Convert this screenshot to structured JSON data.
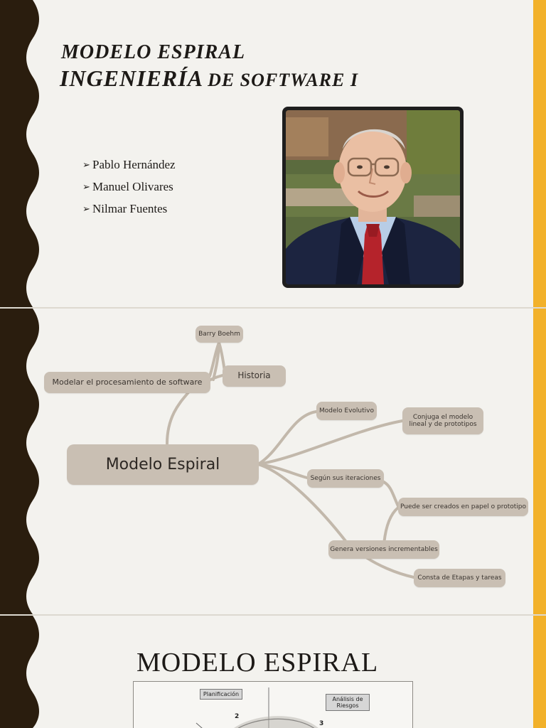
{
  "colors": {
    "background": "#f3f2ee",
    "dark_band": "#2a1d0e",
    "accent_band": "#f2b12a",
    "node_fill": "#c9bfb3",
    "connector": "#c2b8ab",
    "text": "#1d1a17"
  },
  "slide1": {
    "title_line1": "MODELO ESPIRAL",
    "title_line2_big": "INGENIERÍA",
    "title_line2_small": "DE SOFTWARE I",
    "authors": [
      "Pablo Hernández",
      "Manuel Olivares",
      "Nilmar Fuentes"
    ],
    "bullet_icon": "arrow-bullet-icon",
    "photo_icon": "portrait-photo"
  },
  "slide2": {
    "mindmap": {
      "main": "Modelo Espiral",
      "barry": "Barry Boehm",
      "historia": "Historia",
      "procesamiento": "Modelar el procesamiento de software",
      "evolutivo": "Modelo Evolutivo",
      "conjuga": "Conjuga el modelo lineal y de prototipos",
      "iteraciones": "Según sus iteraciones",
      "papel": "Puede ser creados en papel o prototipo",
      "versiones": "Genera versiones incrementables",
      "etapas": "Consta de Etapas y tareas"
    }
  },
  "slide3": {
    "title": "MODELO ESPIRAL",
    "diagram": {
      "planificacion": "Planificación",
      "analisis": "Análisis de Riesgos",
      "num2": "2",
      "num3": "3"
    }
  }
}
